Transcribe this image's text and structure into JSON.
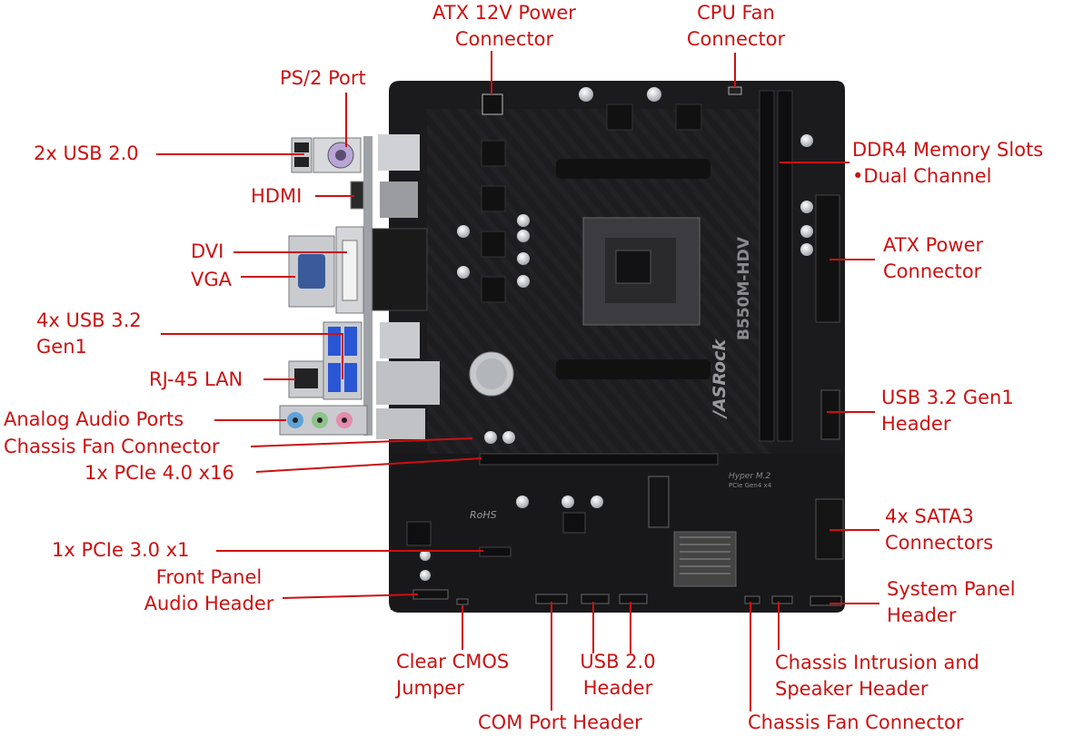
{
  "colors": {
    "label": "#cc1111",
    "board": "#1e1e21",
    "board_dark": "#141416",
    "port_metal": "#c9cbcf",
    "usb3_blue": "#2a56d6",
    "audio_blue": "#5fa3d8",
    "audio_green": "#8fc28a",
    "audio_pink": "#e58cab"
  },
  "board": {
    "brand": "/ASRock",
    "model": "B550M-HDV",
    "hyper_m2": "Hyper M.2",
    "hyper_m2_sub": "PCIe Gen4 x4",
    "rohs": "RoHS"
  },
  "labels": {
    "atx12v": [
      "ATX 12V Power",
      "Connector"
    ],
    "cpu_fan": [
      "CPU Fan",
      "Connector"
    ],
    "ps2": [
      "PS/2 Port"
    ],
    "usb2_rear": [
      "2x USB 2.0"
    ],
    "hdmi": [
      "HDMI"
    ],
    "dvi": [
      "DVI"
    ],
    "vga": [
      "VGA"
    ],
    "usb32_rear": [
      "4x USB 3.2",
      "Gen1"
    ],
    "rj45": [
      "RJ-45 LAN"
    ],
    "audio_ports": [
      "Analog Audio Ports"
    ],
    "chassis_fan_left": [
      "Chassis Fan Connector"
    ],
    "pcie16": [
      "1x PCIe 4.0 x16"
    ],
    "pcie1": [
      "1x PCIe 3.0 x1"
    ],
    "front_audio": [
      "Front Panel",
      "Audio Header"
    ],
    "ddr4": [
      "DDR4 Memory Slots",
      "•Dual Channel"
    ],
    "atx_power": [
      "ATX Power",
      "Connector"
    ],
    "usb32_header": [
      "USB 3.2 Gen1",
      "Header"
    ],
    "sata": [
      "4x SATA3",
      "Connectors"
    ],
    "system_panel": [
      "System Panel",
      "Header"
    ],
    "clear_cmos": [
      "Clear CMOS",
      "Jumper"
    ],
    "usb2_header": [
      "USB 2.0",
      "Header"
    ],
    "com_port": [
      "COM Port Header"
    ],
    "chassis_intrusion": [
      "Chassis Intrusion and",
      "Speaker Header"
    ],
    "chassis_fan_bottom": [
      "Chassis Fan Connector"
    ]
  }
}
